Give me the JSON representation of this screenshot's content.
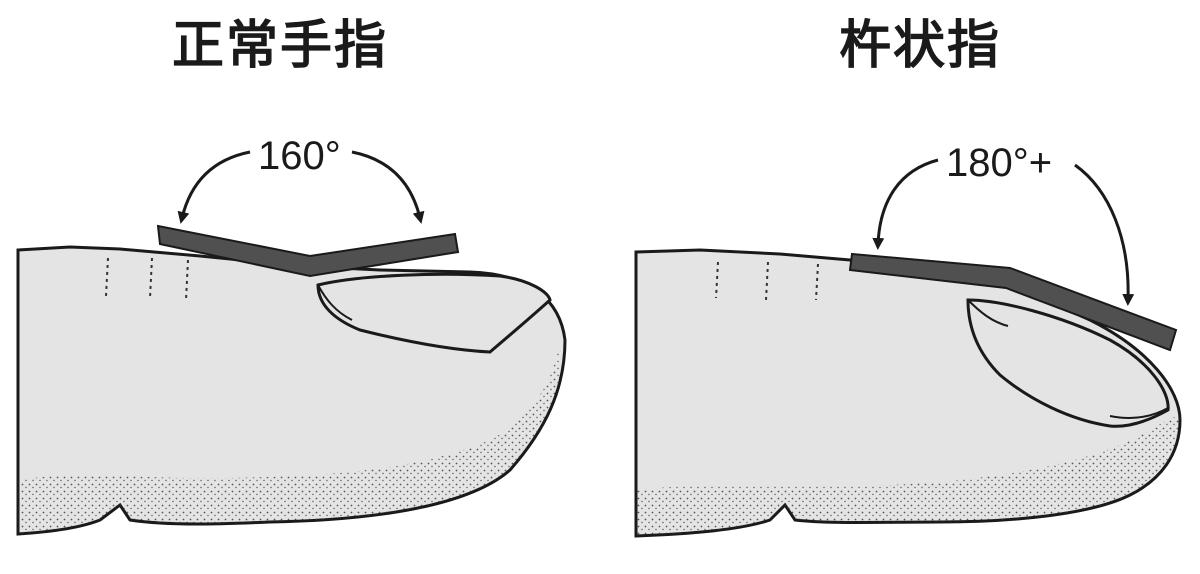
{
  "panels": {
    "normal": {
      "title": "正常手指",
      "angle": "160°"
    },
    "clubbed": {
      "title": "杵状指",
      "angle": "180°+"
    }
  },
  "colors": {
    "ink": "#1a1a1a",
    "skin": "#e4e4e4",
    "ruler": "#505050",
    "stipple": "#333333"
  }
}
